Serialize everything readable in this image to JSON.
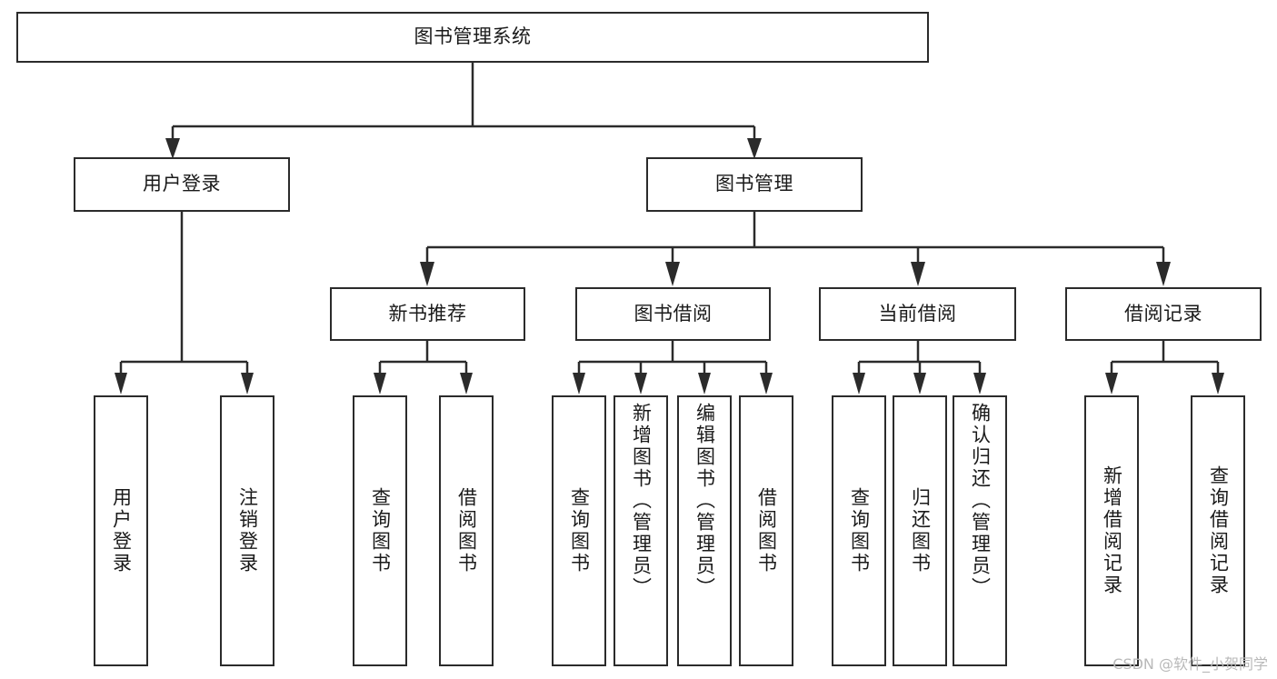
{
  "diagram": {
    "title": "图书管理系统",
    "type": "tree-hierarchy",
    "root": {
      "label": "图书管理系统"
    },
    "level2": [
      {
        "label": "用户登录"
      },
      {
        "label": "图书管理"
      }
    ],
    "level3": [
      {
        "label": "新书推荐"
      },
      {
        "label": "图书借阅"
      },
      {
        "label": "当前借阅"
      },
      {
        "label": "借阅记录"
      }
    ],
    "leaves": {
      "user_login": [
        {
          "label": "用户登录"
        },
        {
          "label": "注销登录"
        }
      ],
      "new_book_recommend": [
        {
          "label": "查询图书"
        },
        {
          "label": "借阅图书"
        }
      ],
      "book_borrow": [
        {
          "label": "查询图书"
        },
        {
          "label": "新增图书（管理员）"
        },
        {
          "label": "编辑图书（管理员）"
        },
        {
          "label": "借阅图书"
        }
      ],
      "current_borrow": [
        {
          "label": "查询图书"
        },
        {
          "label": "归还图书"
        },
        {
          "label": "确认归还（管理员）"
        }
      ],
      "borrow_records": [
        {
          "label": "新增借阅记录"
        },
        {
          "label": "查询借阅记录"
        }
      ]
    }
  },
  "watermark": {
    "text": "CSDN @软件_小贺同学"
  },
  "colors": {
    "stroke": "#2b2b2b",
    "background": "#ffffff",
    "text": "#1a1a1a",
    "watermark": "#b9b9b9"
  }
}
